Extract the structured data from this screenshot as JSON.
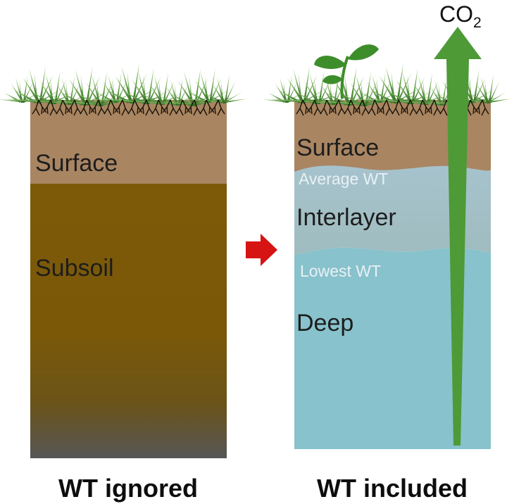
{
  "left_panel": {
    "surface_label": "Surface",
    "subsoil_label": "Subsoil",
    "caption": "WT ignored"
  },
  "right_panel": {
    "surface_label": "Surface",
    "average_wt_label": "Average WT",
    "interlayer_label": "Interlayer",
    "lowest_wt_label": "Lowest WT",
    "deep_label": "Deep",
    "caption": "WT included"
  },
  "co2": {
    "base": "CO",
    "subscript": "2"
  },
  "colors": {
    "surface_soil": "#a98562",
    "subsoil": "#7d5a08",
    "subsoil_bottom": "#565656",
    "water_interlayer": "#a3bfc8",
    "water_deep": "#88c2cc",
    "co2_arrow": "#4d9a37",
    "process_arrow": "#d61414",
    "grass": "#3f8f2c"
  },
  "icons": [
    "grass-icon",
    "plant-sprout-icon",
    "roots-icon",
    "co2-arrow-icon",
    "process-arrow-icon"
  ]
}
